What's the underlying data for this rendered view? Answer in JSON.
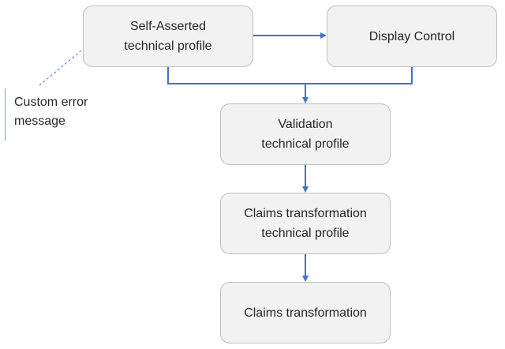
{
  "nodes": {
    "self_asserted": {
      "lines": [
        "Self-Asserted",
        "technical profile"
      ]
    },
    "display_control": {
      "lines": [
        "Display Control"
      ]
    },
    "validation": {
      "lines": [
        "Validation",
        "technical profile"
      ]
    },
    "claims_transformation_tp": {
      "lines": [
        "Claims transformation",
        "technical profile"
      ]
    },
    "claims_transformation": {
      "lines": [
        "Claims transformation"
      ]
    }
  },
  "callout": {
    "lines": [
      "Custom error",
      "message"
    ]
  },
  "edges": [
    {
      "from": "self_asserted",
      "to": "display_control"
    },
    {
      "from": "self_asserted",
      "to": "validation"
    },
    {
      "from": "display_control",
      "to": "validation"
    },
    {
      "from": "validation",
      "to": "claims_transformation_tp"
    },
    {
      "from": "claims_transformation_tp",
      "to": "claims_transformation"
    }
  ],
  "colors": {
    "connector": "#4472c4",
    "box_fill": "#f2f2f2",
    "box_border": "#bfbfbf",
    "text": "#262626"
  }
}
